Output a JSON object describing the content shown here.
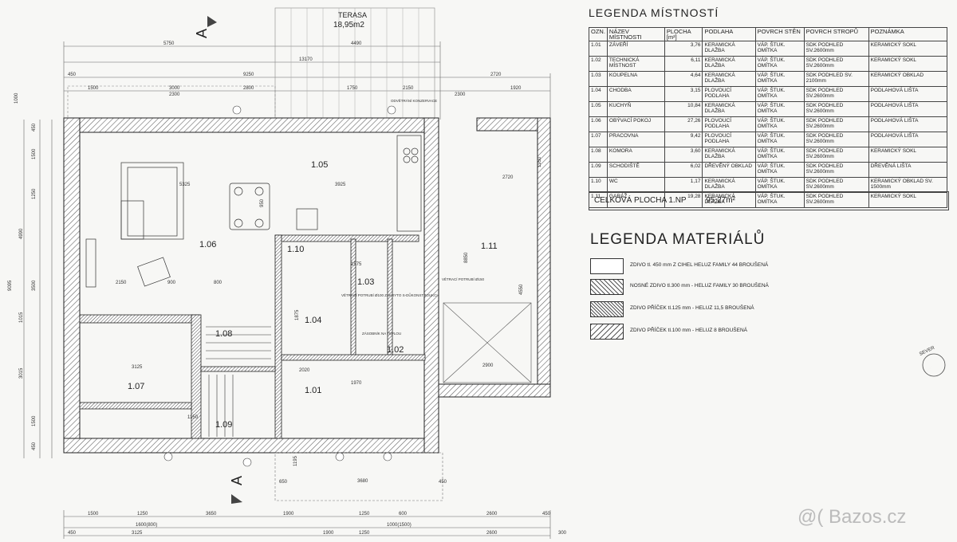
{
  "plan": {
    "terrace_label": "TERASA",
    "terrace_area": "18,95m2",
    "section_marks": [
      "A",
      "A"
    ],
    "rooms": [
      "1.05",
      "1.06",
      "1.07",
      "1.08",
      "1.09",
      "1.10",
      "1.03",
      "1.04",
      "1.02",
      "1.01",
      "1.11"
    ],
    "dims_top": [
      "5750",
      "4490",
      "13170",
      "9250",
      "2720",
      "450",
      "1500",
      "3000",
      "2300",
      "2800",
      "1750",
      "2150",
      "2300",
      "1920"
    ],
    "dims_bottom": [
      "1500",
      "1250",
      "3650",
      "1900",
      "1250",
      "600",
      "2600",
      "450",
      "450",
      "3125",
      "1900",
      "1250",
      "1000(1500)",
      "2600",
      "300",
      "1600(800)"
    ],
    "dims_left": [
      "1000",
      "450",
      "1500",
      "1250",
      "4990",
      "9095",
      "3500",
      "1015",
      "3015",
      "1500",
      "450"
    ],
    "dims_interior": [
      "5325",
      "3925",
      "2150",
      "900",
      "800",
      "2720",
      "3125",
      "3680",
      "2900",
      "1575",
      "1875",
      "1970",
      "2020",
      "1950",
      "8850",
      "4550",
      "650",
      "950",
      "1195",
      "450",
      "1150"
    ],
    "notes": [
      "VĚTRACÍ POTRUBÍ Ø100 ZAKRYTO S-DŮKONSTROUKCI",
      "VĚTRACÍ POTRUBÍ Ø150",
      "ZÁSOBNÍK NA TEPLOU",
      "ODVĚTRÁNÍ KONZERVACE"
    ]
  },
  "room_legend": {
    "title": "LEGENDA MÍSTNOSTÍ",
    "headers": [
      "OZN.",
      "NÁZEV MÍSTNOSTI",
      "PLOCHA [m²]",
      "PODLAHA",
      "POVRCH STĚN",
      "POVRCH STROPŮ",
      "POZNÁMKA"
    ],
    "rows": [
      [
        "1.01",
        "ZÁVEŘÍ",
        "3,76",
        "KERAMICKÁ DLAŽBA",
        "VÁP. ŠTUK. OMÍTKA",
        "SDK PODHLED SV.2600mm",
        "KERAMICKÝ SOKL"
      ],
      [
        "1.02",
        "TECHNICKÁ MÍSTNOST",
        "6,11",
        "KERAMICKÁ DLAŽBA",
        "VÁP. ŠTUK. OMÍTKA",
        "SDK PODHLED SV.2600mm",
        "KERAMICKÝ SOKL"
      ],
      [
        "1.03",
        "KOUPELNA",
        "4,64",
        "KERAMICKÁ DLAŽBA",
        "VÁP. ŠTUK. OMÍTKA",
        "SDK PODHLED SV. 2100mm",
        "KERAMICKÝ OBKLAD"
      ],
      [
        "1.04",
        "CHODBA",
        "3,15",
        "PLOVOUCÍ PODLAHA",
        "VÁP. ŠTUK. OMÍTKA",
        "SDK PODHLED SV.2600mm",
        "PODLAHOVÁ LIŠTA"
      ],
      [
        "1.05",
        "KUCHYŇ",
        "10,84",
        "KERAMICKÁ DLAŽBA",
        "VÁP. ŠTUK. OMÍTKA",
        "SDK PODHLED SV.2600mm",
        "PODLAHOVÁ LIŠTA"
      ],
      [
        "1.06",
        "OBÝVACÍ POKOJ",
        "27,26",
        "PLOVOUCÍ PODLAHA",
        "VÁP. ŠTUK. OMÍTKA",
        "SDK PODHLED SV.2600mm",
        "PODLAHOVÁ LIŠTA"
      ],
      [
        "1.07",
        "PRACOVNA",
        "9,42",
        "PLOVOUCÍ PODLAHA",
        "VÁP. ŠTUK. OMÍTKA",
        "SDK PODHLED SV.2600mm",
        "PODLAHOVÁ LIŠTA"
      ],
      [
        "1.08",
        "KOMORA",
        "3,60",
        "KERAMICKÁ DLAŽBA",
        "VÁP. ŠTUK. OMÍTKA",
        "SDK PODHLED SV.2600mm",
        "KERAMICKÝ SOKL"
      ],
      [
        "1.09",
        "SCHODIŠTĚ",
        "6,02",
        "DŘEVĚNÝ OBKLAD",
        "VÁP. ŠTUK. OMÍTKA",
        "SDK PODHLED SV.2600mm",
        "DŘEVĚNÁ LIŠTA"
      ],
      [
        "1.10",
        "WC",
        "1,17",
        "KERAMICKÁ DLAŽBA",
        "VÁP. ŠTUK. OMÍTKA",
        "SDK PODHLED SV.2600mm",
        "KERAMICKÝ OBKLAD SV. 1500mm"
      ],
      [
        "1.11",
        "GARÁŽ",
        "19,28",
        "KERAMICKÁ DLAŽBA",
        "VÁP. ŠTUK. OMÍTKA",
        "SDK PODHLED SV.2600mm",
        "KERAMICKÝ SOKL"
      ]
    ],
    "total_label": "CELKOVÁ PLOCHA 1.NP",
    "total_value": "95,27m²"
  },
  "material_legend": {
    "title": "LEGENDA MATERIÁLŮ",
    "items": [
      "ZDIVO tl. 450 mm Z CIHEL HELUZ FAMILY 44 BROUŠENÁ",
      "NOSNÉ ZDIVO tl.300 mm - HELUZ FAMILY 30 BROUŠENÁ",
      "ZDIVO PŘÍČEK tl.125 mm - HELUZ 11,5 BROUŠENÁ",
      "ZDIVO PŘÍČEK tl.100 mm - HELUZ 8 BROUŠENÁ"
    ]
  },
  "compass_label": "SEVER",
  "watermark": "@( Bazos.cz"
}
